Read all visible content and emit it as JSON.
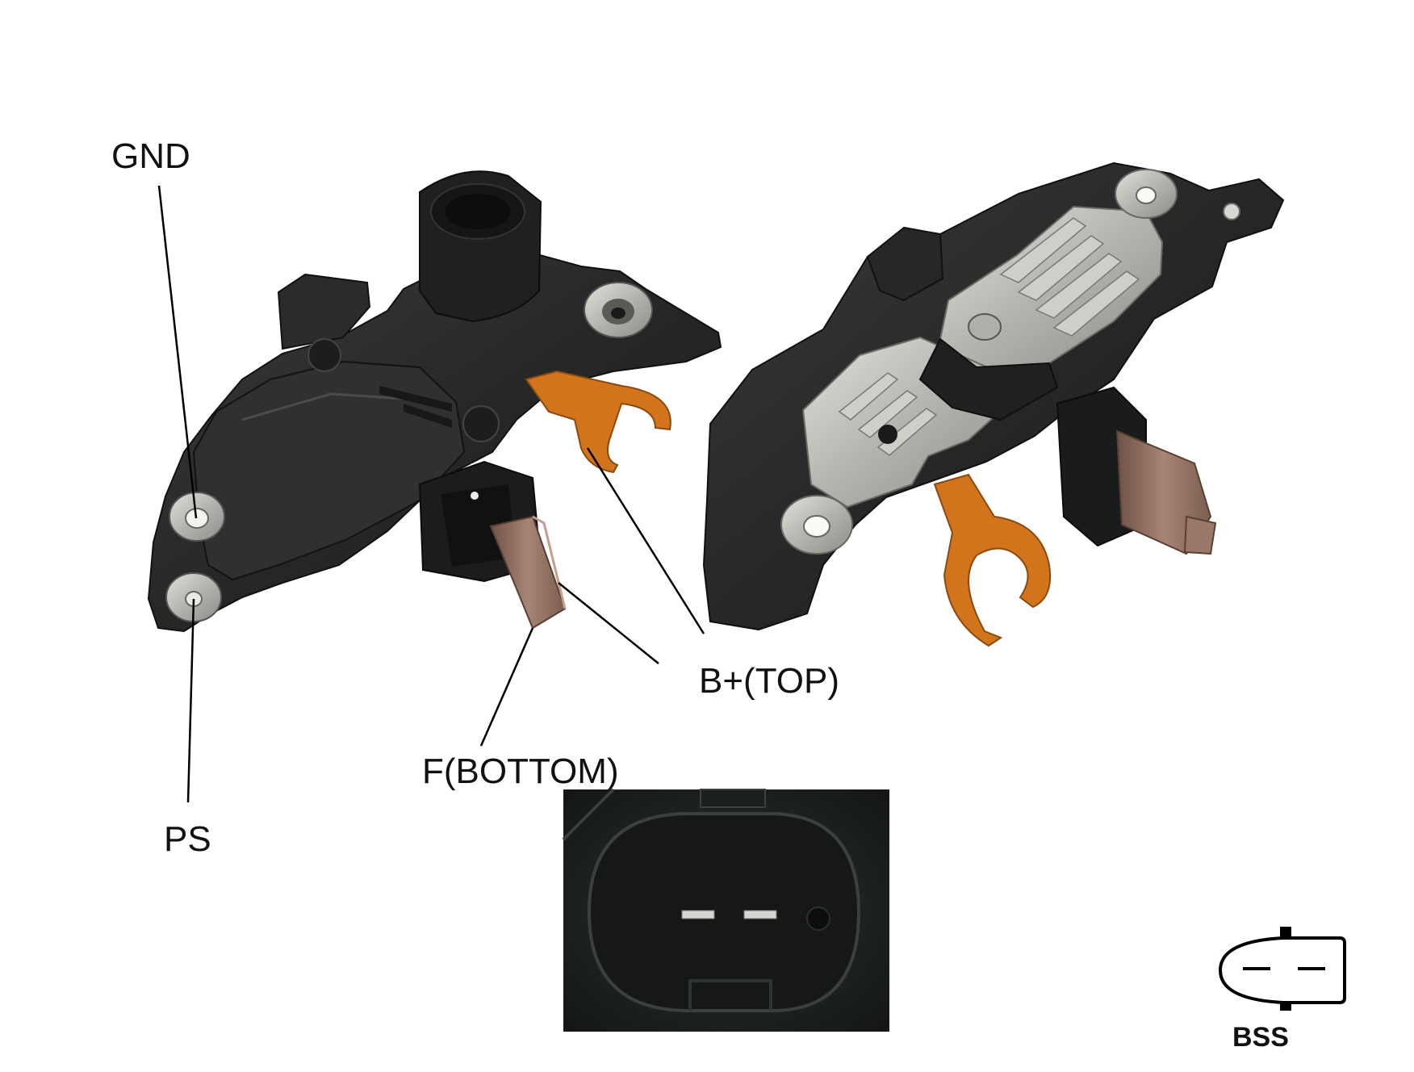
{
  "labels": {
    "gnd": "GND",
    "ps": "PS",
    "b_plus": "B+(TOP)",
    "f_bottom": "F(BOTTOM)",
    "bss": "BSS"
  },
  "colors": {
    "housing": "#2b2d2d",
    "terminal": "#d2741c",
    "brush": "#8a6a5a",
    "metal": "#b8b8b2",
    "text": "#111111"
  },
  "icons": {
    "left_part": "regulator-front-view",
    "right_part": "regulator-back-view",
    "inset": "connector-closeup",
    "plug": "bss-plug-symbol"
  }
}
